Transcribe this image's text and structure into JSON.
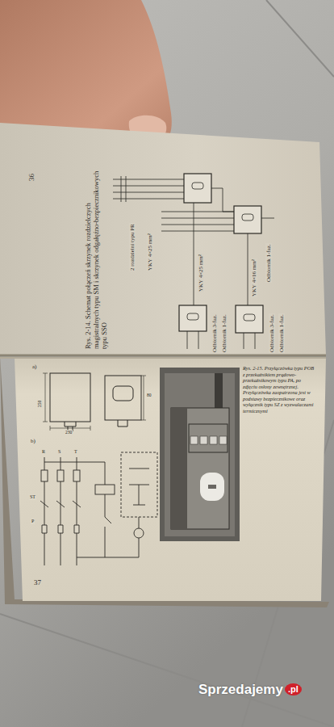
{
  "diagram": {
    "caption": "Rys. 2-14. Schemat połączeń skrzynek rozdzielczych magistralnych typu SM i skrzynek odgałęźno-bezpiecznikowych typu SSO",
    "labels": [
      "36",
      "2 rozdzielni typu PR",
      "YKY 4×25 mm²",
      "YKY 4×25 mm²",
      "YKY 4×16 mm²",
      "Odbiornik 1-faz.",
      "Odbiornik 3-faz.",
      "Odbiornik 1-faz.",
      "Odbiornik 3-faz.",
      "Odbiornik 1-faz.",
      "37",
      "a)",
      "b)",
      "250",
      "80",
      "230",
      "R",
      "S",
      "T",
      "ST",
      "P",
      "Rys. 2-15. Przyłączówka typu POB z przekaźnikiem prądowo-przekaźnikowym typu PA, po zdjęciu osłony zewnętrznej. Przyłączówka zaopatrzona jest w podstawy bezpiecznikowe oraz wyłącznik typu SZ z wyzwalaczami termicznymi",
      "Sprzedajemy",
      ".pl"
    ]
  }
}
